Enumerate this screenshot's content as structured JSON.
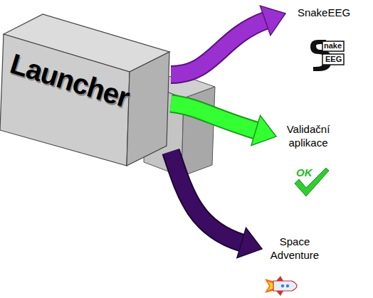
{
  "diagram": {
    "nodes": [
      {
        "text": [
          "Launcher"
        ]
      },
      {
        "text": [
          "SnakeEEG"
        ]
      },
      {
        "text": [
          "Validační aplikace"
        ]
      },
      {
        "text": [
          "Space Adventure"
        ]
      }
    ],
    "edges": [
      {
        "from": 0,
        "to": 1,
        "arrow": "to"
      },
      {
        "from": 0,
        "to": 2,
        "arrow": "to"
      },
      {
        "from": 0,
        "to": 3,
        "arrow": "to"
      }
    ],
    "labels": [
      "nake",
      "EEG",
      "OK"
    ]
  }
}
